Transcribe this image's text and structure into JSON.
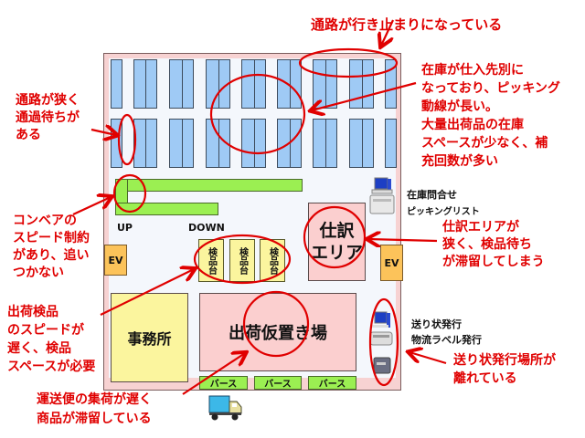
{
  "colors": {
    "annotation": "#e00000",
    "floor_border": "#f7d2d2",
    "floor": "#f4f7fc",
    "rack": "#9fcaf5",
    "conveyor": "#9bef52",
    "elevator": "#fcc35a",
    "inspection_table": "#fbf59e",
    "office": "#fbf59e",
    "sorting_area": "#fbcfcf",
    "shipping_staging": "#fbcfcf"
  },
  "layout": {
    "conveyor_up_label": "UP",
    "conveyor_down_label": "DOWN",
    "elevator_left": "EV",
    "elevator_right": "EV",
    "inspection_tables": [
      "検品台",
      "検品台",
      "検品台"
    ],
    "sorting_area": "仕訳\nエリア",
    "office": "事務所",
    "shipping_staging": "出荷仮置き場",
    "berths": [
      "バース",
      "バース",
      "バース"
    ],
    "rack_rows": 2,
    "rack_columns_per_row": 9
  },
  "devices": {
    "terminal_top_labels": [
      "在庫問合せ",
      "ピッキングリスト"
    ],
    "terminal_bottom_labels": [
      "送り状発行",
      "物流ラベル発行"
    ]
  },
  "annotations": [
    {
      "id": "dead-end-aisle",
      "text": "通路が行き止まりになっている"
    },
    {
      "id": "picking-route",
      "text": "在庫が仕入先別に\nなっており、ピッキング\n動線が長い。\n大量出荷品の在庫\nスペースが少なく、補\n充回数が多い"
    },
    {
      "id": "narrow-aisle",
      "text": "通路が狭く\n通過待ちが\nある"
    },
    {
      "id": "conveyor-speed",
      "text": "コンベアの\nスピード制約\nがあり、追い\nつかない"
    },
    {
      "id": "sorting-area",
      "text": "仕訳エリアが\n狭く、検品待ち\nが滞留してしまう"
    },
    {
      "id": "inspection-speed",
      "text": "出荷検品\nのスピードが\n遅く、検品\nスペースが必要"
    },
    {
      "id": "carrier-pickup",
      "text": "運送便の集荷が遅く\n商品が滞留している"
    },
    {
      "id": "label-location",
      "text": "送り状発行場所が\n離れている"
    }
  ]
}
